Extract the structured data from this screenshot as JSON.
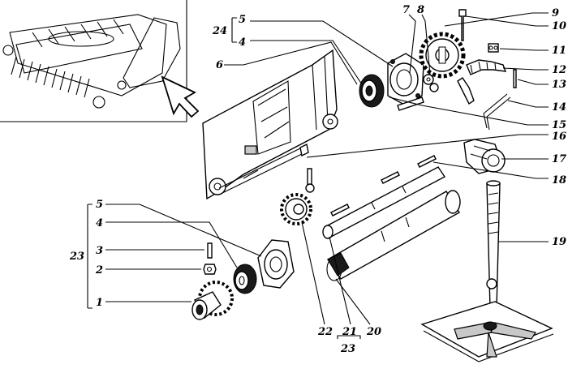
{
  "callouts": {
    "c1": "1",
    "c2": "2",
    "c3": "3",
    "c4": "4",
    "c5": "5",
    "c23": "23",
    "c5b": "5",
    "c4b": "4",
    "c24": "24",
    "c6": "6",
    "c7": "7",
    "c8": "8",
    "c9": "9",
    "c10": "10",
    "c11": "11",
    "c12": "12",
    "c13": "13",
    "c14": "14",
    "c15": "15",
    "c16": "16",
    "c17": "17",
    "c18": "18",
    "c19": "19",
    "c20": "20",
    "c21": "21",
    "c22": "22",
    "c23b": "23"
  },
  "icons": [
    "inset-machine-view",
    "pointer-arrow-icon",
    "gear-sprocket-icon",
    "bearing-icon",
    "screw-jack-icon"
  ]
}
